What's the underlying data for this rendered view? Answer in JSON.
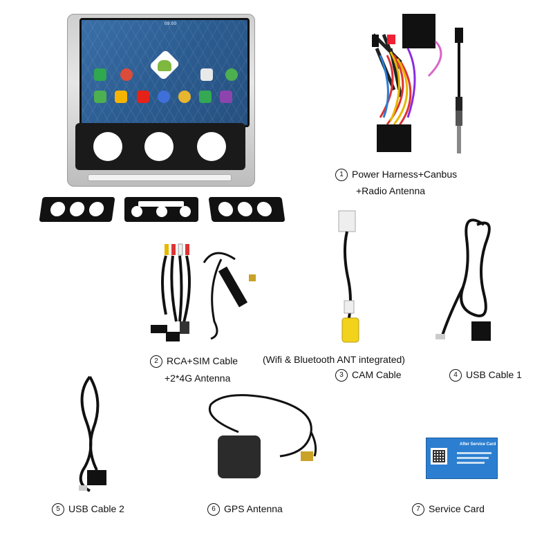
{
  "screen": {
    "status_time": "09:00"
  },
  "captions": {
    "c1_num": "1",
    "c1_line1": "Power Harness+Canbus",
    "c1_line2": "+Radio Antenna",
    "c2_num": "2",
    "c2_line1": "RCA+SIM Cable",
    "c2_line2": "+2*4G Antenna",
    "wifi_note": "(Wifi & Bluetooth ANT integrated)",
    "c3_num": "3",
    "c3_label": "CAM Cable",
    "c4_num": "4",
    "c4_label": "USB Cable 1",
    "c5_num": "5",
    "c5_label": "USB Cable 2",
    "c6_num": "6",
    "c6_label": "GPS Antenna",
    "c7_num": "7",
    "c7_label": "Service Card"
  },
  "service_card": {
    "title": "After Service Card"
  },
  "colors": {
    "screen_blue": "#2b5c91",
    "card_blue": "#2c7fd0",
    "cam_plug_yellow": "#f2d21b"
  }
}
